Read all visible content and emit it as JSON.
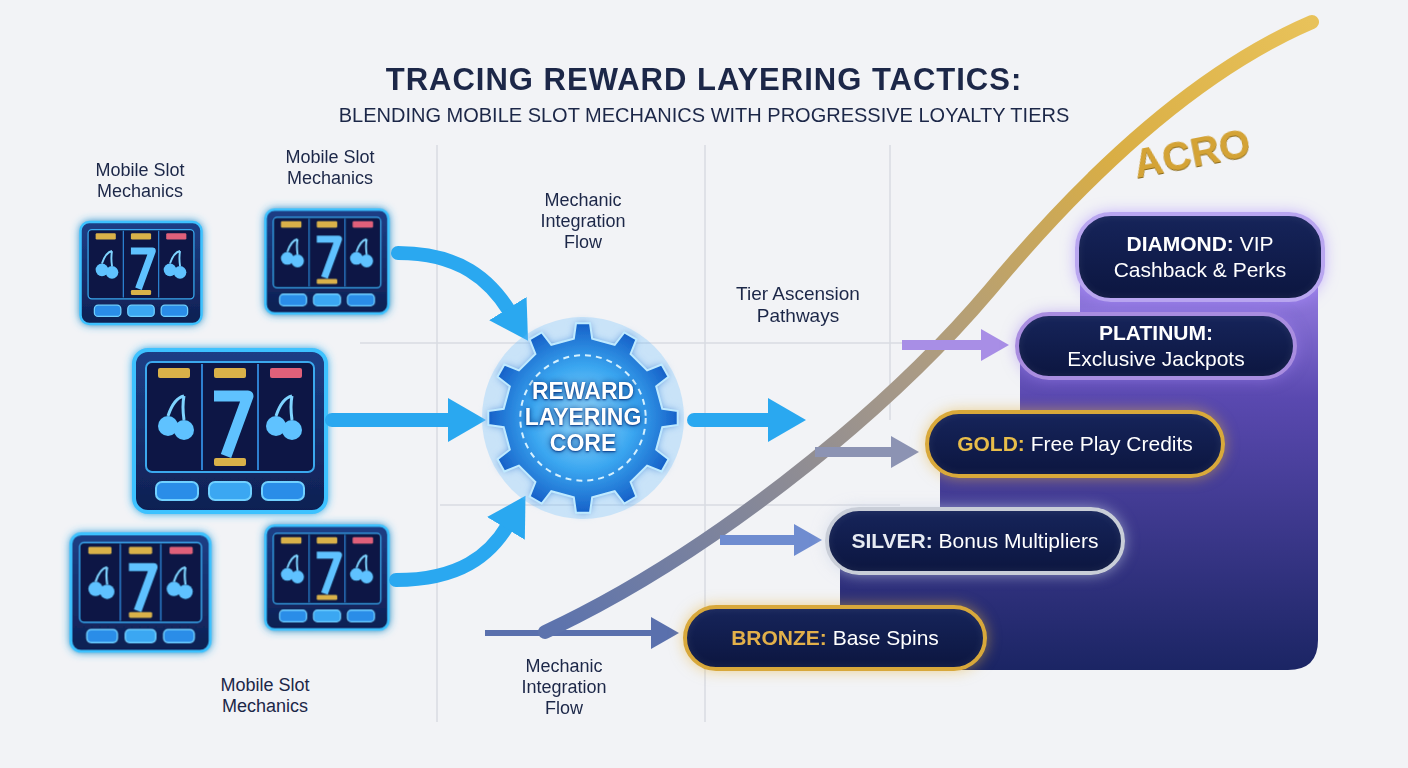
{
  "diagram": {
    "title": "TRACING REWARD LAYERING TACTICS:",
    "nodes": [
      {
        "text": [
          "REWARD LAYERING CORE"
        ]
      },
      {
        "text": [
          "DIAMOND:",
          "VIP Cashback & Perks"
        ]
      },
      {
        "text": [
          "PLATINUM:",
          "Exclusive Jackpots"
        ]
      },
      {
        "text": [
          "GOLD:",
          "Free Play Credits"
        ]
      },
      {
        "text": [
          "SILVER:",
          "Bonus Multipliers"
        ]
      },
      {
        "text": [
          "BRONZE:",
          "Base Spins"
        ]
      }
    ],
    "labels": [
      "BLENDING MOBILE SLOT MECHANICS WITH PROGRESSIVE LOYALTY TIERS",
      "Mobile Slot Mechanics",
      "Mobile Slot Mechanics",
      "Mechanic Integration Flow",
      "Tier Ascension Pathways",
      "Mobile Slot Mechanics",
      "Mechanic Integration Flow",
      "ACRO"
    ]
  }
}
